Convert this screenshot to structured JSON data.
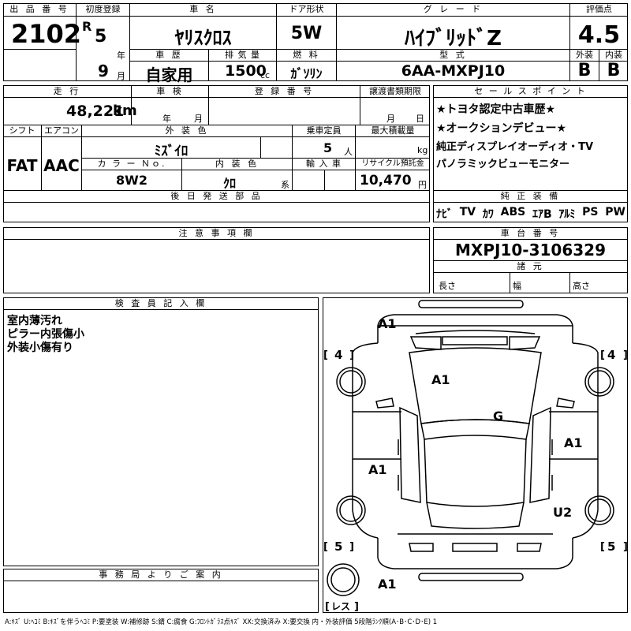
{
  "header": {
    "lot_label": "出 品 番 号",
    "lot_number": "2102",
    "first_reg_label": "初度登録",
    "era": "R",
    "year": "5",
    "year_unit": "年",
    "month": "9",
    "month_unit": "月",
    "car_name_label": "車 名",
    "car_name": "ﾔﾘｽｸﾛｽ",
    "door_label": "ドア形状",
    "door": "5W",
    "grade_label": "グ レ ー ド",
    "grade": "ﾊｲﾌﾞﾘｯﾄﾞZ",
    "score_label": "評価点",
    "score": "4.5",
    "history_label": "車 歴",
    "history": "自家用",
    "displacement_label": "排 気 量",
    "displacement": "1500",
    "displacement_unit": "cc",
    "fuel_label": "燃 料",
    "fuel": "ｶﾞｿﾘﾝ",
    "model_label": "型 式",
    "model": "6AA-MXPJ10",
    "ext_label": "外装",
    "ext_grade": "B",
    "int_label": "内装",
    "int_grade": "B"
  },
  "row2": {
    "mileage_label": "走 行",
    "mileage": "48,221",
    "mileage_unit": "km",
    "inspection_label": "車 検",
    "insp_year": "年",
    "insp_month": "月",
    "reg_label": "登 録 番 号",
    "transfer_label": "譲渡書類期限",
    "transfer_month": "月",
    "transfer_day": "日",
    "shift_label": "シフト",
    "shift": "FAT",
    "ac_label": "エアコン",
    "ac": "AAC",
    "ext_color_label": "外 装 色",
    "ext_color": "ﾐｽﾞｲﾛ",
    "capacity_label": "乗車定員",
    "capacity": "5",
    "capacity_unit": "人",
    "max_load_label": "最大積載量",
    "max_load_unit": "kg",
    "color_no_label": "カ ラ ー Ｎｏ.",
    "color_no": "8W2",
    "int_color_label": "内 装 色",
    "int_color": "ｸﾛ",
    "int_color_unit": "系",
    "import_label": "輸 入 車",
    "recycle_label": "リサイクル預託金",
    "recycle": "10,470",
    "recycle_unit": "円",
    "later_parts_label": "後 日 発 送 部 品"
  },
  "sales": {
    "label": "セ ー ル ス ポ イ ン ト",
    "points": [
      "★トヨタ認定中古車歴★",
      "★オークションデビュー★",
      "純正ディスプレイオーディオ・TV",
      "パノラミックビューモニター"
    ]
  },
  "equipment": {
    "label": "純 正 装 備",
    "items": [
      "ﾅﾋﾞ",
      "TV",
      "ｶﾜ",
      "ABS",
      "ｴｱB",
      "ｱﾙﾐ",
      "PS",
      "PW"
    ]
  },
  "notes": {
    "label": "注 意 事 項 欄"
  },
  "chassis": {
    "label": "車 台 番 号",
    "number": "MXPJ10-3106329",
    "spec_label": "諸 元",
    "length": "長さ",
    "width": "幅",
    "height": "高さ"
  },
  "inspector": {
    "label": "検 査 員 記 入 欄",
    "lines": [
      "室内薄汚れ",
      "ピラー内張傷小",
      "外装小傷有り"
    ]
  },
  "office": {
    "label": "事 務 局 よ り ご 案 内"
  },
  "diagram": {
    "marks": {
      "front": "A1",
      "hood": "A1",
      "roof": "G",
      "left_mid": "A1",
      "right_mid": "A1",
      "right_rear": "U2",
      "rear": "A1"
    },
    "tire_fl": "4",
    "tire_fr": "4",
    "tire_rl": "5",
    "tire_rr": "5",
    "spare_label": "レス"
  },
  "legend": "A:ｷｽﾞ U:ﾍｺﾐ B:ｷｽﾞを伴うﾍｺﾐ P:要塗装 W:補修跡 S:錆 C:腐食 G:ﾌﾛﾝﾄｶﾞﾗｽ点ｷｽﾞ XX:交換済み X:要交換 内・外装評価 5段階ﾗﾝｸ順(A･B･C･D･E) 1"
}
